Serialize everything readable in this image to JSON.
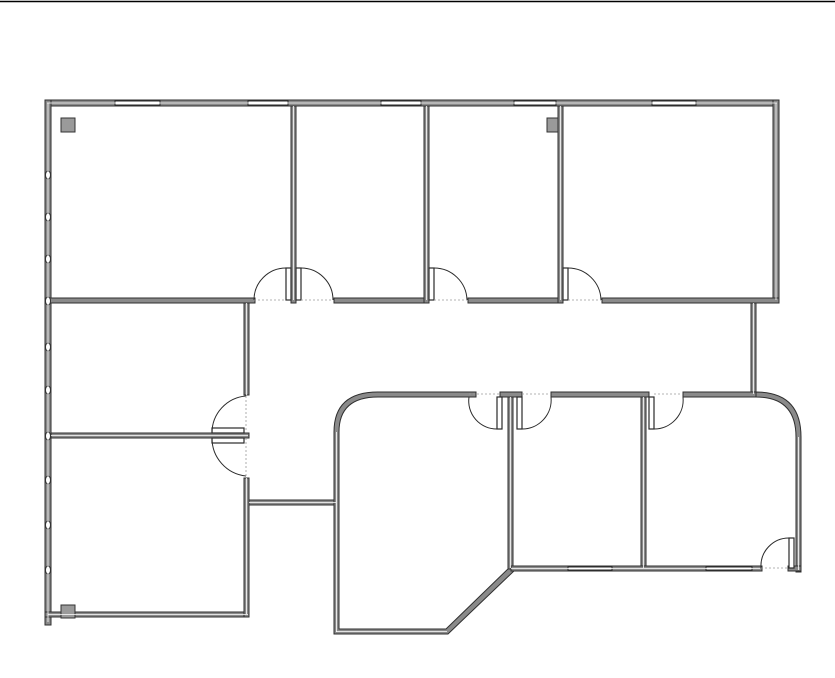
{
  "plan": {
    "type": "office floor plan",
    "rooms": 9,
    "doors": 9,
    "columns": 3,
    "colors": {
      "wall_fill": "#8a8a8a",
      "wall_stroke": "#3c3c3c",
      "background": "#ffffff",
      "column_fill": "#9a9a9a"
    }
  }
}
